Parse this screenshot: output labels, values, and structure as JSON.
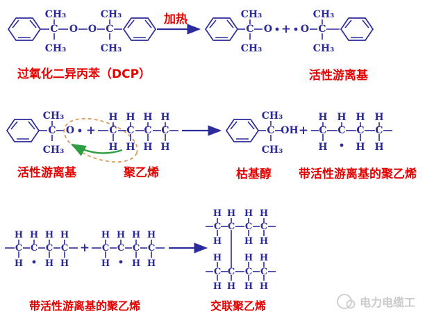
{
  "colors": {
    "structure": "#2b2b9b",
    "label_red": "#e60000",
    "ellipse_orange": "#e09a5a",
    "arrow_green": "#2e9e44",
    "watermark_gray": "#c9c9c9",
    "background": "#ffffff"
  },
  "atoms": {
    "c": "C",
    "o": "O",
    "h": "H",
    "oh": "OH",
    "ch3": "CH₃",
    "plus": "+",
    "radical_dot": "·"
  },
  "labels": {
    "heat": "加热",
    "dcp": "过氧化二异丙苯（DCP）",
    "active_radical": "活性游离基",
    "polyethylene": "聚乙烯",
    "cumyl_alcohol": "枯基醇",
    "pe_with_radical": "带活性游离基的聚乙烯",
    "xlpe": "交联聚乙烯"
  },
  "watermark": {
    "text": "电力电缆工"
  }
}
